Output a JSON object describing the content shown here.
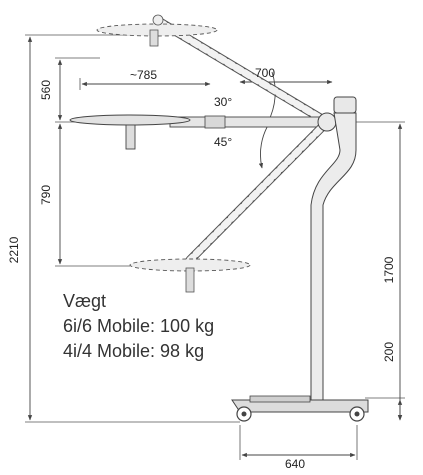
{
  "dimensions": {
    "total_height": "2210",
    "upper_height": "560",
    "lower_height": "790",
    "arm_reach": "~785",
    "arm_length": "700",
    "pole_height": "1700",
    "base_height": "200",
    "base_width": "640"
  },
  "angles": {
    "upper": "30°",
    "lower": "45°"
  },
  "weight": {
    "heading": "Vægt",
    "line1": "6i/6 Mobile: 100 kg",
    "line2": "4i/4 Mobile: 98 kg"
  },
  "colors": {
    "line": "#444444",
    "fill_light": "#e8e8e8",
    "base_fill": "#dcdcdc",
    "text": "#222222"
  }
}
